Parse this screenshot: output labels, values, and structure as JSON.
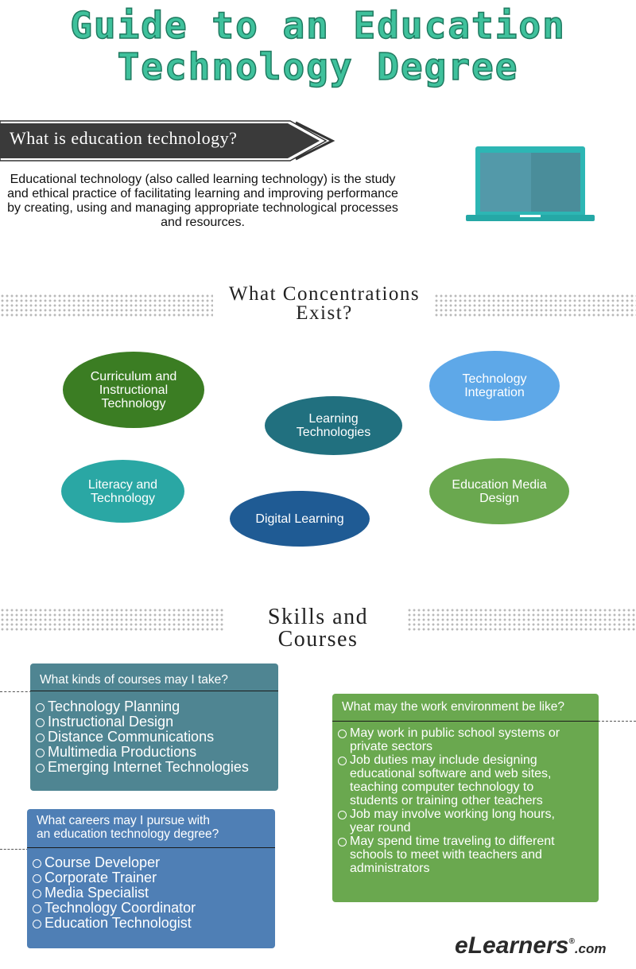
{
  "title": {
    "line1": "Guide to an Education",
    "line2": "Technology Degree"
  },
  "intro": {
    "heading": "What is education technology?",
    "definition": "Educational technology (also called learning technology) is the study and ethical practice of facilitating learning and improving performance by creating, using and managing appropriate technological processes and resources."
  },
  "icons": {
    "laptop": "laptop-icon"
  },
  "concentrations": {
    "heading_line1": "What Concentrations",
    "heading_line2": "Exist?",
    "items": [
      {
        "label": "Curriculum and Instructional Technology",
        "color": "#3b7d23"
      },
      {
        "label": "Technology Integration",
        "color": "#5ea8e8"
      },
      {
        "label": "Learning Technologies",
        "color": "#21707f"
      },
      {
        "label": "Literacy and Technology",
        "color": "#2aa7a4"
      },
      {
        "label": "Education Media Design",
        "color": "#6aa84f"
      },
      {
        "label": "Digital Learning",
        "color": "#1f5b94"
      }
    ]
  },
  "skills": {
    "heading_line1": "Skills and",
    "heading_line2": "Courses",
    "courses": {
      "question": "What kinds of courses may I take?",
      "items": [
        "Technology Planning",
        "Instructional Design",
        "Distance Communications",
        "Multimedia Productions",
        "Emerging Internet Technologies"
      ],
      "color": "#4f8592"
    },
    "careers": {
      "question_line1": "What careers may I pursue with",
      "question_line2": "an education technology degree?",
      "items": [
        "Course Developer",
        "Corporate Trainer",
        "Media Specialist",
        "Technology Coordinator",
        "Education Technologist"
      ],
      "color": "#4f7fb5"
    },
    "environment": {
      "question": "What may the work environment be like?",
      "items": [
        "May work in public school systems or private sectors",
        "Job duties may include designing educational software and web sites,  teaching computer technology to students or training other teachers",
        "Job may involve working long hours, year round",
        "May spend time traveling to different schools to meet with teachers and administrators"
      ],
      "color": "#6aa84f"
    }
  },
  "logo": {
    "e": "e",
    "main": "Learners",
    "reg": "®",
    "tld": ".com"
  }
}
